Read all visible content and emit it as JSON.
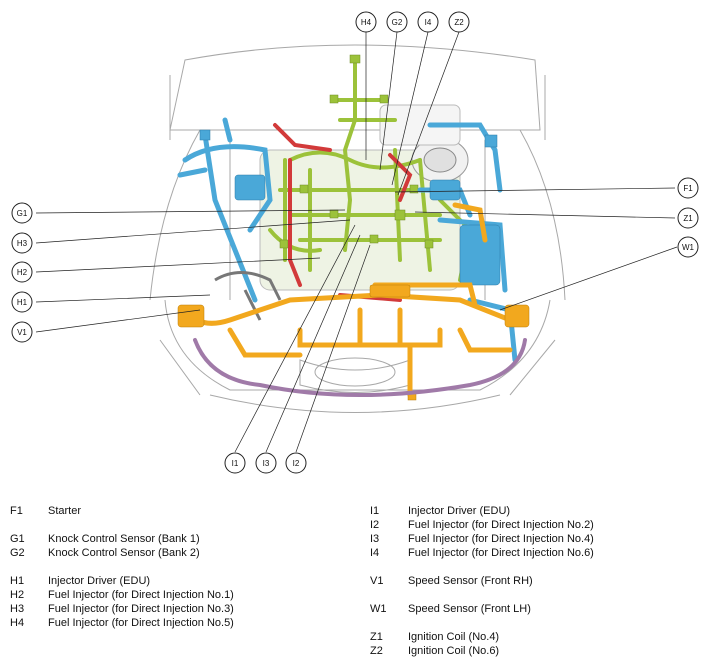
{
  "callouts": {
    "F1": "F1",
    "G1": "G1",
    "G2": "G2",
    "H1": "H1",
    "H2": "H2",
    "H3": "H3",
    "H4": "H4",
    "I1": "I1",
    "I2": "I2",
    "I3": "I3",
    "I4": "I4",
    "V1": "V1",
    "W1": "W1",
    "Z1": "Z1",
    "Z2": "Z2"
  },
  "legend_left": [
    {
      "code": "F1",
      "label": "Starter"
    },
    {
      "code": "G1",
      "label": "Knock Control Sensor (Bank 1)"
    },
    {
      "code": "G2",
      "label": "Knock Control Sensor (Bank 2)"
    },
    {
      "code": "H1",
      "label": "Injector Driver (EDU)"
    },
    {
      "code": "H2",
      "label": "Fuel Injector (for Direct Injection No.1)"
    },
    {
      "code": "H3",
      "label": "Fuel Injector (for Direct Injection No.3)"
    },
    {
      "code": "H4",
      "label": "Fuel Injector (for Direct Injection No.5)"
    }
  ],
  "legend_right": [
    {
      "code": "I1",
      "label": "Injector Driver (EDU)"
    },
    {
      "code": "I2",
      "label": "Fuel Injector (for Direct Injection No.2)"
    },
    {
      "code": "I3",
      "label": "Fuel Injector (for Direct Injection No.4)"
    },
    {
      "code": "I4",
      "label": "Fuel Injector (for Direct Injection No.6)"
    },
    {
      "code": "V1",
      "label": "Speed Sensor (Front RH)"
    },
    {
      "code": "W1",
      "label": "Speed Sensor (Front LH)"
    },
    {
      "code": "Z1",
      "label": "Ignition Coil (No.4)"
    },
    {
      "code": "Z2",
      "label": "Ignition Coil (No.6)"
    }
  ],
  "colors": {
    "harness_green": "#9cc23a",
    "harness_blue": "#4aa8d8",
    "harness_red": "#d23a3a",
    "harness_orange": "#f2a81e",
    "harness_purple": "#a07aa8",
    "outline": "#9a9a9a"
  }
}
